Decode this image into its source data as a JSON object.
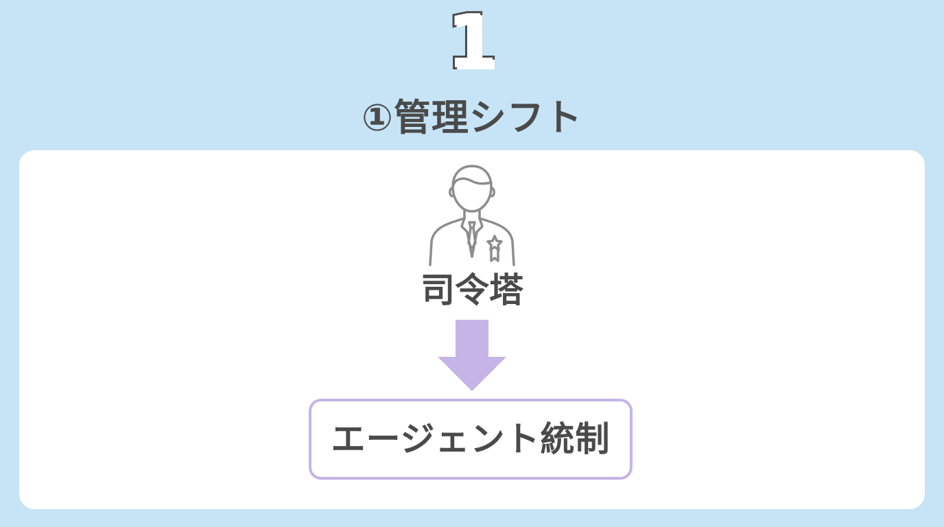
{
  "header": {
    "number": "1",
    "title": "①管理シフト"
  },
  "diagram": {
    "role": {
      "icon": "manager-person-icon",
      "label": "司令塔"
    },
    "arrow": {
      "icon": "down-arrow-icon",
      "color": "#c6b4e6"
    },
    "result": {
      "label": "エージェント統制"
    }
  },
  "colors": {
    "background": "#c6e4f6",
    "card": "#ffffff",
    "text": "#4a4a4a",
    "accent": "#c6b4e6",
    "icon_stroke": "#8c8c8c"
  }
}
